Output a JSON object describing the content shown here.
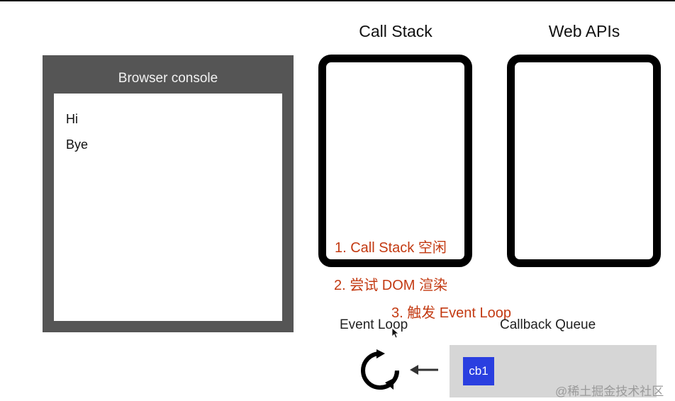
{
  "console": {
    "title": "Browser console",
    "lines": [
      "Hi",
      "Bye"
    ]
  },
  "call_stack": {
    "title": "Call Stack"
  },
  "web_apis": {
    "title": "Web APIs"
  },
  "notes": [
    "1. Call Stack 空闲",
    "2. 尝试 DOM 渲染",
    "3. 触发 Event Loop"
  ],
  "event_loop": {
    "label": "Event Loop",
    "icon": "loop-icon"
  },
  "callback_queue": {
    "label": "Callback Queue",
    "items": [
      "cb1"
    ]
  },
  "watermark": "@稀土掘金技术社区",
  "colors": {
    "note": "#c33a12",
    "console_frame": "#555555",
    "queue_bg": "#d6d6d6",
    "callback_item": "#2a3fe0"
  }
}
